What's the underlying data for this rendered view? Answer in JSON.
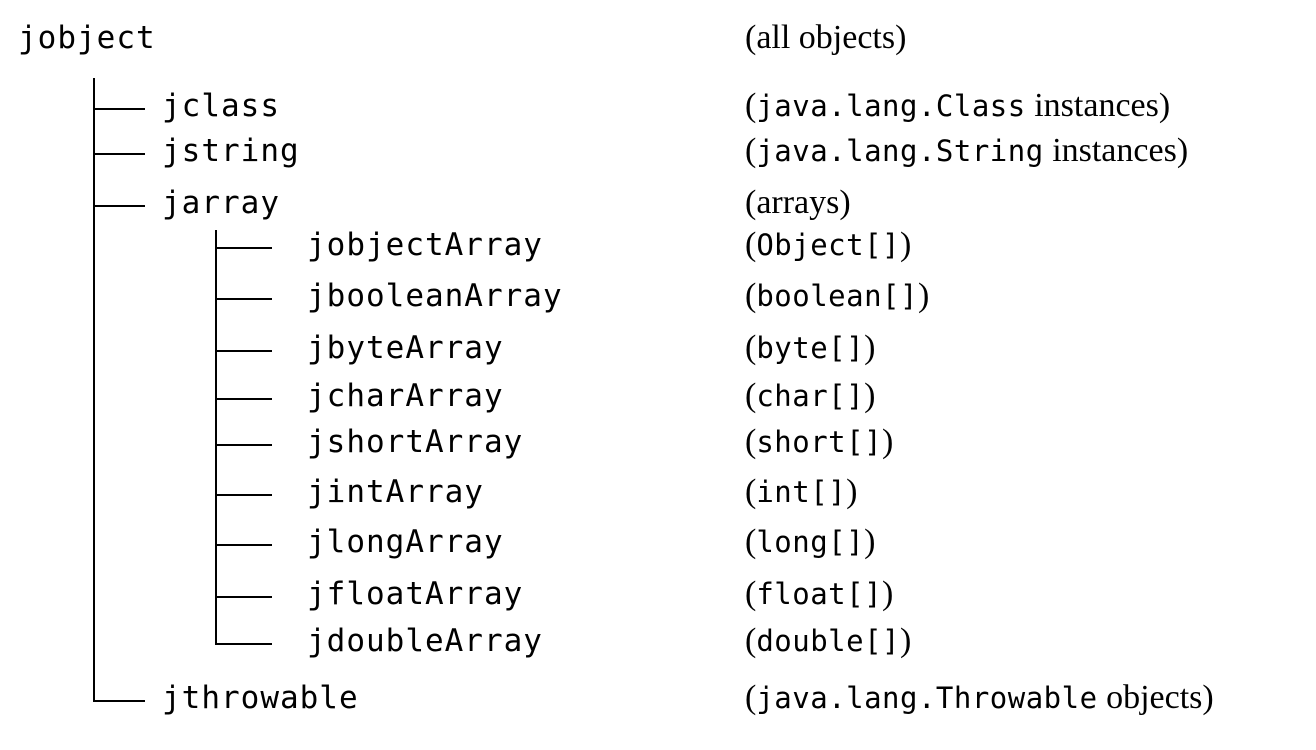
{
  "root": {
    "name": "jobject",
    "description": [
      {
        "text": "(all objects)",
        "code": false
      }
    ]
  },
  "children": [
    {
      "name": "jclass",
      "description": [
        {
          "text": "(",
          "code": false
        },
        {
          "text": "java.lang.Class",
          "code": true
        },
        {
          "text": " instances)",
          "code": false
        }
      ]
    },
    {
      "name": "jstring",
      "description": [
        {
          "text": "(",
          "code": false
        },
        {
          "text": "java.lang.String",
          "code": true
        },
        {
          "text": " instances)",
          "code": false
        }
      ]
    },
    {
      "name": "jarray",
      "description": [
        {
          "text": "(arrays)",
          "code": false
        }
      ],
      "children": [
        {
          "name": "jobjectArray",
          "description": [
            {
              "text": "(",
              "code": false
            },
            {
              "text": "Object[]",
              "code": true
            },
            {
              "text": ")",
              "code": false
            }
          ]
        },
        {
          "name": "jbooleanArray",
          "description": [
            {
              "text": "(",
              "code": false
            },
            {
              "text": "boolean[]",
              "code": true
            },
            {
              "text": ")",
              "code": false
            }
          ]
        },
        {
          "name": "jbyteArray",
          "description": [
            {
              "text": "(",
              "code": false
            },
            {
              "text": "byte[]",
              "code": true
            },
            {
              "text": ")",
              "code": false
            }
          ]
        },
        {
          "name": "jcharArray",
          "description": [
            {
              "text": "(",
              "code": false
            },
            {
              "text": "char[]",
              "code": true
            },
            {
              "text": ")",
              "code": false
            }
          ]
        },
        {
          "name": "jshortArray",
          "description": [
            {
              "text": "(",
              "code": false
            },
            {
              "text": "short[]",
              "code": true
            },
            {
              "text": ")",
              "code": false
            }
          ]
        },
        {
          "name": "jintArray",
          "description": [
            {
              "text": "(",
              "code": false
            },
            {
              "text": "int[]",
              "code": true
            },
            {
              "text": ")",
              "code": false
            }
          ]
        },
        {
          "name": "jlongArray",
          "description": [
            {
              "text": "(",
              "code": false
            },
            {
              "text": "long[]",
              "code": true
            },
            {
              "text": ")",
              "code": false
            }
          ]
        },
        {
          "name": "jfloatArray",
          "description": [
            {
              "text": "(",
              "code": false
            },
            {
              "text": "float[]",
              "code": true
            },
            {
              "text": ")",
              "code": false
            }
          ]
        },
        {
          "name": "jdoubleArray",
          "description": [
            {
              "text": "(",
              "code": false
            },
            {
              "text": "double[]",
              "code": true
            },
            {
              "text": ")",
              "code": false
            }
          ]
        }
      ]
    },
    {
      "name": "jthrowable",
      "description": [
        {
          "text": "(",
          "code": false
        },
        {
          "text": "java.lang.Throwable",
          "code": true
        },
        {
          "text": " objects)",
          "code": false
        }
      ]
    }
  ]
}
